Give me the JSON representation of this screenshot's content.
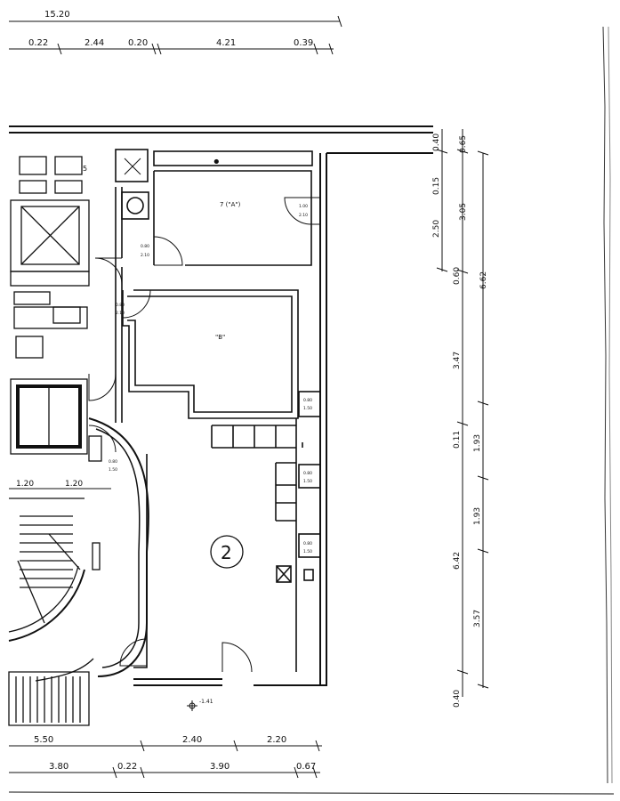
{
  "dimensions": {
    "top": {
      "overall": "15.20",
      "segments": [
        "0.22",
        "2.44",
        "0.20",
        "4.21",
        "0.39"
      ]
    },
    "bottom": {
      "row1": [
        "5.50",
        "2.40",
        "2.20"
      ],
      "row2": [
        "3.80",
        "0.22",
        "3.90",
        "0.67"
      ]
    },
    "right_inner": [
      "0.40",
      "0.15",
      "2.50",
      "0.60",
      "3.47",
      "0.11",
      "6.42",
      "0.40"
    ],
    "right_middle": [
      "0.65",
      "3.05",
      "1.93",
      "1.93",
      "3.57"
    ],
    "right_outer": "6.62",
    "left_mid": [
      "1.20",
      "1.20"
    ]
  },
  "rooms": {
    "room_a": "7 (\"A\")",
    "room_b": "\"B\"",
    "room_5": "5",
    "unit_number": "2"
  },
  "openings": {
    "door_a": [
      "1.00",
      "2.10"
    ],
    "door_corridor": [
      "0.80",
      "2.10"
    ],
    "door_b": [
      "0.80",
      "2.10"
    ],
    "win_1": [
      "0.80",
      "1.50"
    ],
    "win_2": [
      "0.80",
      "1.50"
    ],
    "win_3": [
      "0.80",
      "1.50"
    ],
    "win_4": [
      "0.80",
      "1.50"
    ]
  },
  "level_marker": "-1.41"
}
